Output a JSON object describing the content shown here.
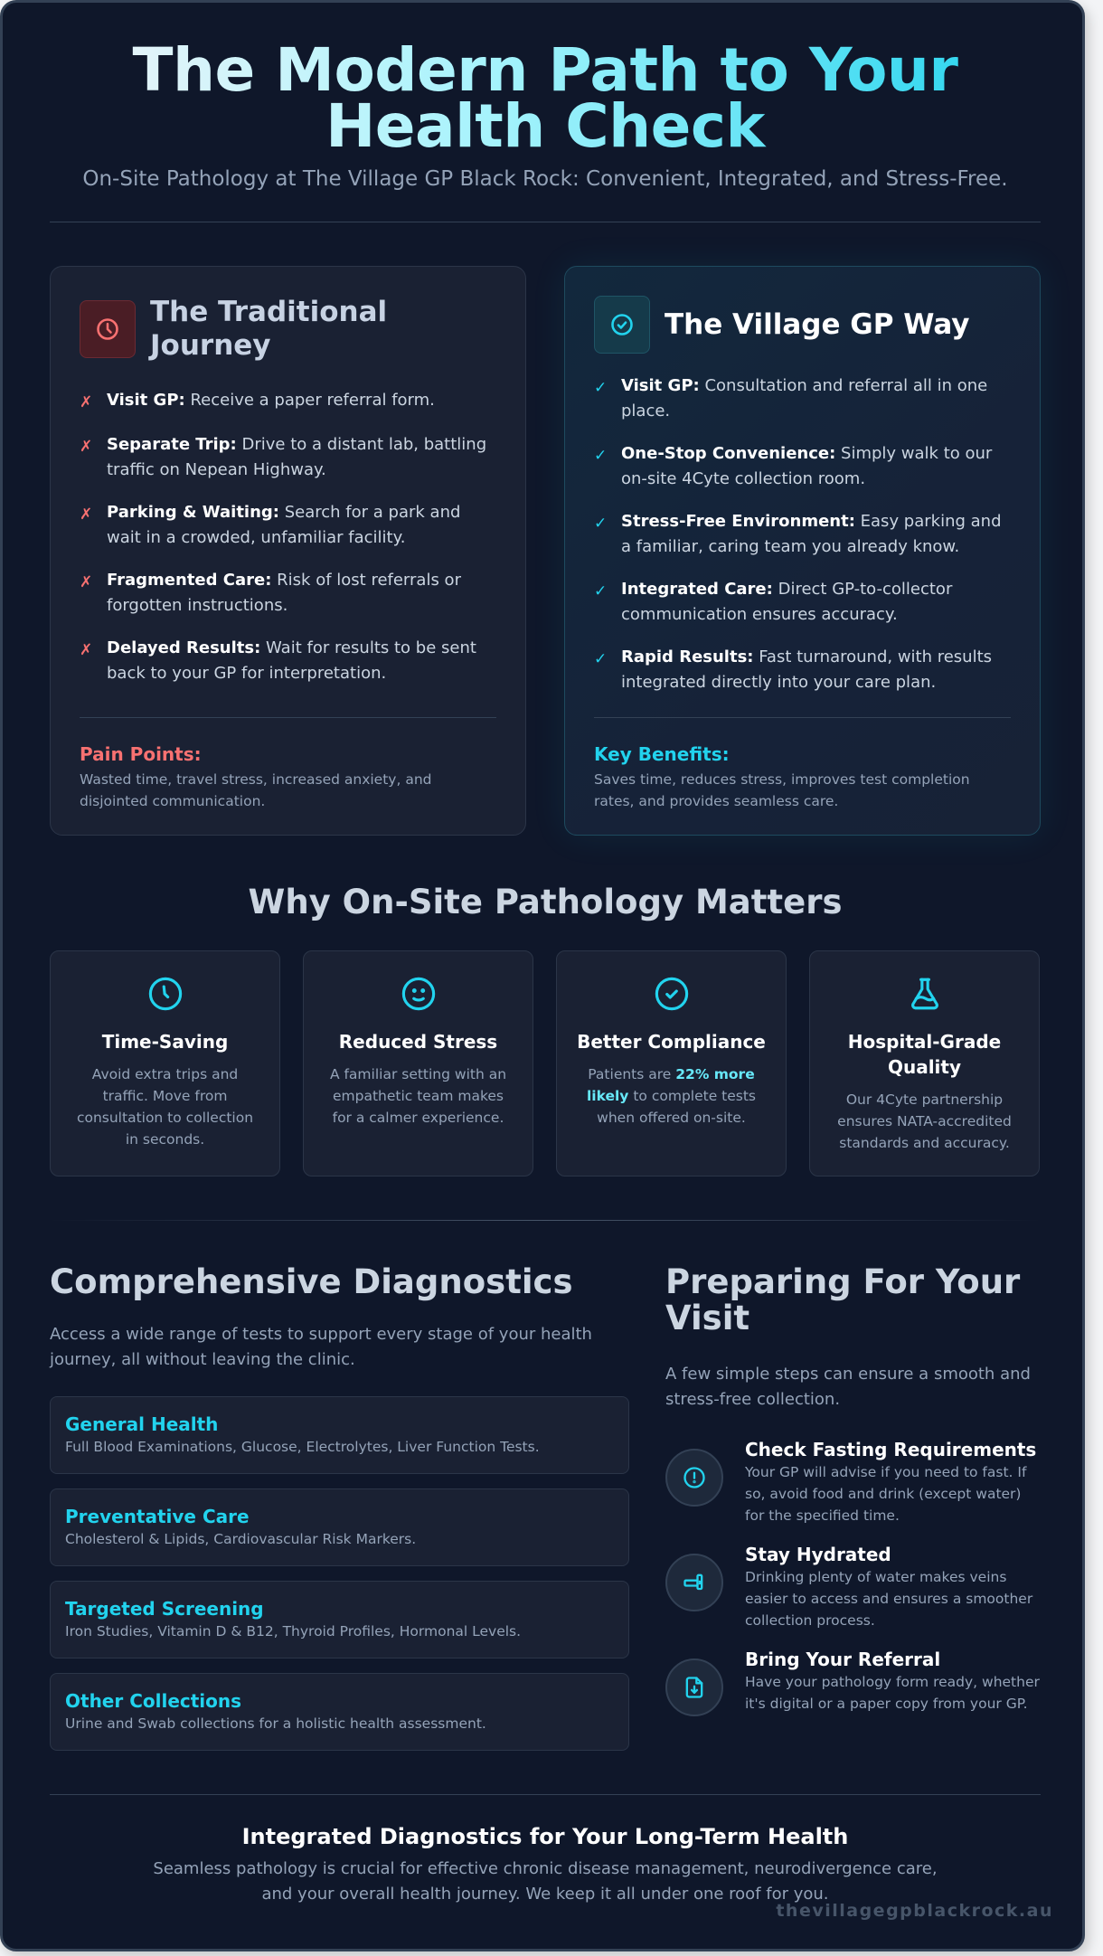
{
  "header": {
    "title": "The Modern Path to Your Health Check",
    "subtitle": "On-Site Pathology at The Village GP Black Rock: Convenient, Integrated, and Stress-Free."
  },
  "traditional": {
    "title": "The Traditional Journey",
    "icon": "clock-icon",
    "items": [
      {
        "label": "Visit GP:",
        "text": "Receive a paper referral form."
      },
      {
        "label": "Separate Trip:",
        "text": "Drive to a distant lab, battling traffic on Nepean Highway."
      },
      {
        "label": "Parking & Waiting:",
        "text": "Search for a park and wait in a crowded, unfamiliar facility."
      },
      {
        "label": "Fragmented Care:",
        "text": "Risk of lost referrals or forgotten instructions."
      },
      {
        "label": "Delayed Results:",
        "text": "Wait for results to be sent back to your GP for interpretation."
      }
    ],
    "mark": "✗",
    "footer_label": "Pain Points:",
    "footer_text": "Wasted time, travel stress, increased anxiety, and disjointed communication."
  },
  "village": {
    "title": "The Village GP Way",
    "icon": "check-circle-icon",
    "items": [
      {
        "label": "Visit GP:",
        "text": "Consultation and referral all in one place."
      },
      {
        "label": "One-Stop Convenience:",
        "text": "Simply walk to our on-site 4Cyte collection room."
      },
      {
        "label": "Stress-Free Environment:",
        "text": "Easy parking and a familiar, caring team you already know."
      },
      {
        "label": "Integrated Care:",
        "text": "Direct GP-to-collector communication ensures accuracy."
      },
      {
        "label": "Rapid Results:",
        "text": "Fast turnaround, with results integrated directly into your care plan."
      }
    ],
    "mark": "✓",
    "footer_label": "Key Benefits:",
    "footer_text": "Saves time, reduces stress, improves test completion rates, and provides seamless care."
  },
  "why": {
    "title": "Why On-Site Pathology Matters",
    "features": [
      {
        "icon": "clock-icon",
        "title": "Time-Saving",
        "text": "Avoid extra trips and traffic. Move from consultation to collection in seconds."
      },
      {
        "icon": "smile-icon",
        "title": "Reduced Stress",
        "text": "A familiar setting with an empathetic team makes for a calmer experience."
      },
      {
        "icon": "check-circle-icon",
        "title": "Better Compliance",
        "text_before": "Patients are ",
        "highlight": "22% more likely",
        "text_after": " to complete tests when offered on-site."
      },
      {
        "icon": "flask-icon",
        "title": "Hospital-Grade Quality",
        "text": "Our 4Cyte partnership ensures NATA-accredited standards and accuracy."
      }
    ]
  },
  "diagnostics": {
    "title": "Comprehensive Diagnostics",
    "description": "Access a wide range of tests to support every stage of your health journey, all without leaving the clinic.",
    "items": [
      {
        "title": "General Health",
        "text": "Full Blood Examinations, Glucose, Electrolytes, Liver Function Tests."
      },
      {
        "title": "Preventative Care",
        "text": "Cholesterol & Lipids, Cardiovascular Risk Markers."
      },
      {
        "title": "Targeted Screening",
        "text": "Iron Studies, Vitamin D & B12, Thyroid Profiles, Hormonal Levels."
      },
      {
        "title": "Other Collections",
        "text": "Urine and Swab collections for a holistic health assessment."
      }
    ]
  },
  "preparing": {
    "title": "Preparing For Your Visit",
    "description": "A few simple steps can ensure a smooth and stress-free collection.",
    "steps": [
      {
        "icon": "alert-circle-icon",
        "title": "Check Fasting Requirements",
        "text": "Your GP will advise if you need to fast. If so, avoid food and drink (except water) for the specified time."
      },
      {
        "icon": "water-tap-icon",
        "title": "Stay Hydrated",
        "text": "Drinking plenty of water makes veins easier to access and ensures a smoother collection process."
      },
      {
        "icon": "file-download-icon",
        "title": "Bring Your Referral",
        "text": "Have your pathology form ready, whether it's digital or a paper copy from your GP."
      }
    ]
  },
  "footer": {
    "title": "Integrated Diagnostics for Your Long-Term Health",
    "text": "Seamless pathology is crucial for effective chronic disease management, neurodivergence care, and your overall health journey. We keep it all under one roof for you.",
    "watermark": "thevillagegpblackrock.au"
  },
  "colors": {
    "background": "#0f172a",
    "accent": "#22d3ee",
    "negative": "#f87171",
    "border": "#334155"
  }
}
